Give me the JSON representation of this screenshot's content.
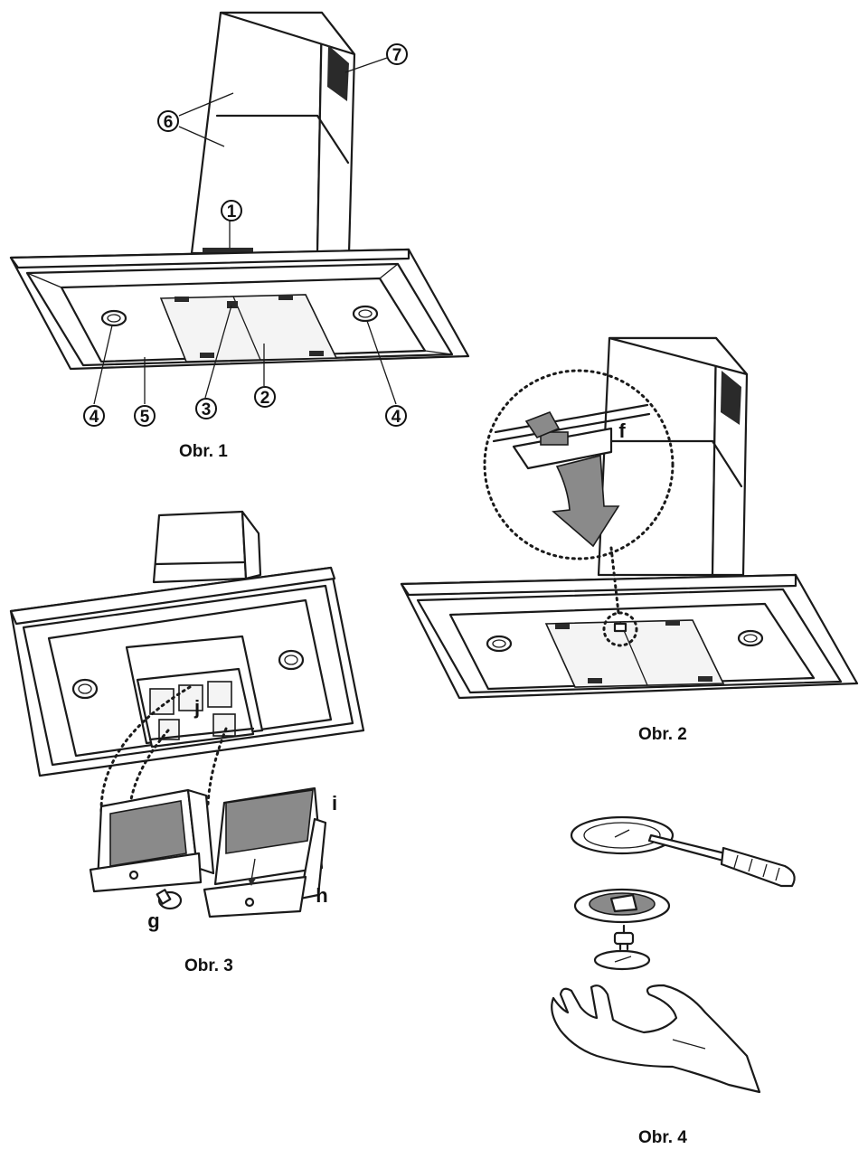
{
  "figures": {
    "fig1": {
      "caption": "Obr. 1",
      "callouts": [
        "1",
        "2",
        "3",
        "4",
        "4",
        "5",
        "6",
        "7"
      ]
    },
    "fig2": {
      "caption": "Obr. 2",
      "letters": [
        "f"
      ]
    },
    "fig3": {
      "caption": "Obr. 3",
      "letters": [
        "j",
        "i",
        "g",
        "h"
      ]
    },
    "fig4": {
      "caption": "Obr. 4"
    }
  }
}
